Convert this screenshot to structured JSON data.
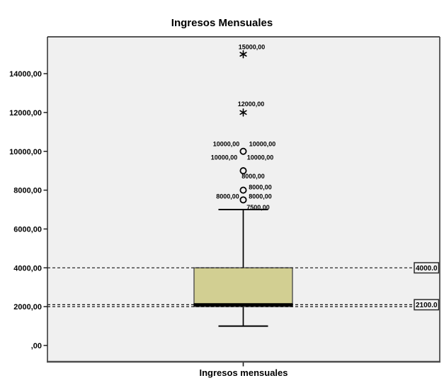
{
  "title": "Ingresos Mensuales",
  "colors": {
    "page_bg": "#ffffff",
    "plot_bg": "#f0f0f0",
    "box_fill": "#d2cf92",
    "box_stroke": "#4f4f4f",
    "line": "#141414",
    "border_dark": "#1f1f1f",
    "border_shadow": "#4d4d4d"
  },
  "chart_data": {
    "type": "boxplot",
    "title": "Ingresos Mensuales",
    "xlabel": "Ingresos mensuales",
    "ylabel": "",
    "grid": false,
    "legend": false,
    "ylim": [
      -900,
      15750
    ],
    "y_ticks": [
      {
        "value": 0,
        "label": ",00"
      },
      {
        "value": 2000,
        "label": "2000,00"
      },
      {
        "value": 4000,
        "label": "4000,00"
      },
      {
        "value": 6000,
        "label": "6000,00"
      },
      {
        "value": 8000,
        "label": "8000,00"
      },
      {
        "value": 10000,
        "label": "10000,00"
      },
      {
        "value": 12000,
        "label": "12000,00"
      },
      {
        "value": 14000,
        "label": "14000,00"
      }
    ],
    "series": [
      {
        "name": "Ingresos mensuales",
        "q1": 2000,
        "median": 2100,
        "q3": 4000,
        "whisker_low": 1000,
        "whisker_high": 7000,
        "outliers": [
          {
            "value": 7500,
            "marker": "circle"
          },
          {
            "value": 8000,
            "marker": "circle"
          },
          {
            "value": 9000,
            "marker": "circle"
          },
          {
            "value": 10000,
            "marker": "circle"
          },
          {
            "value": 12000,
            "marker": "asterisk"
          },
          {
            "value": 15000,
            "marker": "asterisk"
          }
        ]
      }
    ],
    "point_labels": [
      {
        "text": "15000,00",
        "anchor_value": 15000,
        "dx": 12,
        "dy": -10
      },
      {
        "text": "12000,00",
        "anchor_value": 12000,
        "dx": 11,
        "dy": -12
      },
      {
        "text": "10000,00",
        "anchor_value": 10000,
        "dx": -24,
        "dy": -10.5
      },
      {
        "text": "10000,00",
        "anchor_value": 10000,
        "dx": 27,
        "dy": -10.5
      },
      {
        "text": "10000,00",
        "anchor_value": 10000,
        "dx": -27,
        "dy": 8.5
      },
      {
        "text": "10000,00",
        "anchor_value": 10000,
        "dx": 24,
        "dy": 8.5
      },
      {
        "text": "8000,00",
        "anchor_value": 9000,
        "dx": 14,
        "dy": 8
      },
      {
        "text": "8000,00",
        "anchor_value": 8000,
        "dx": 24,
        "dy": -4
      },
      {
        "text": "8000,00",
        "anchor_value": 7500,
        "dx": -22,
        "dy": -5
      },
      {
        "text": "8000,00",
        "anchor_value": 7500,
        "dx": 24,
        "dy": -5
      },
      {
        "text": "7500,00",
        "anchor_value": 7500,
        "dx": 21,
        "dy": 10.5
      }
    ],
    "reference_lines": [
      {
        "value": 4000,
        "label": "4000.0"
      },
      {
        "value": 2100,
        "label": "2100.0"
      },
      {
        "value": 2000,
        "label": ""
      }
    ]
  }
}
